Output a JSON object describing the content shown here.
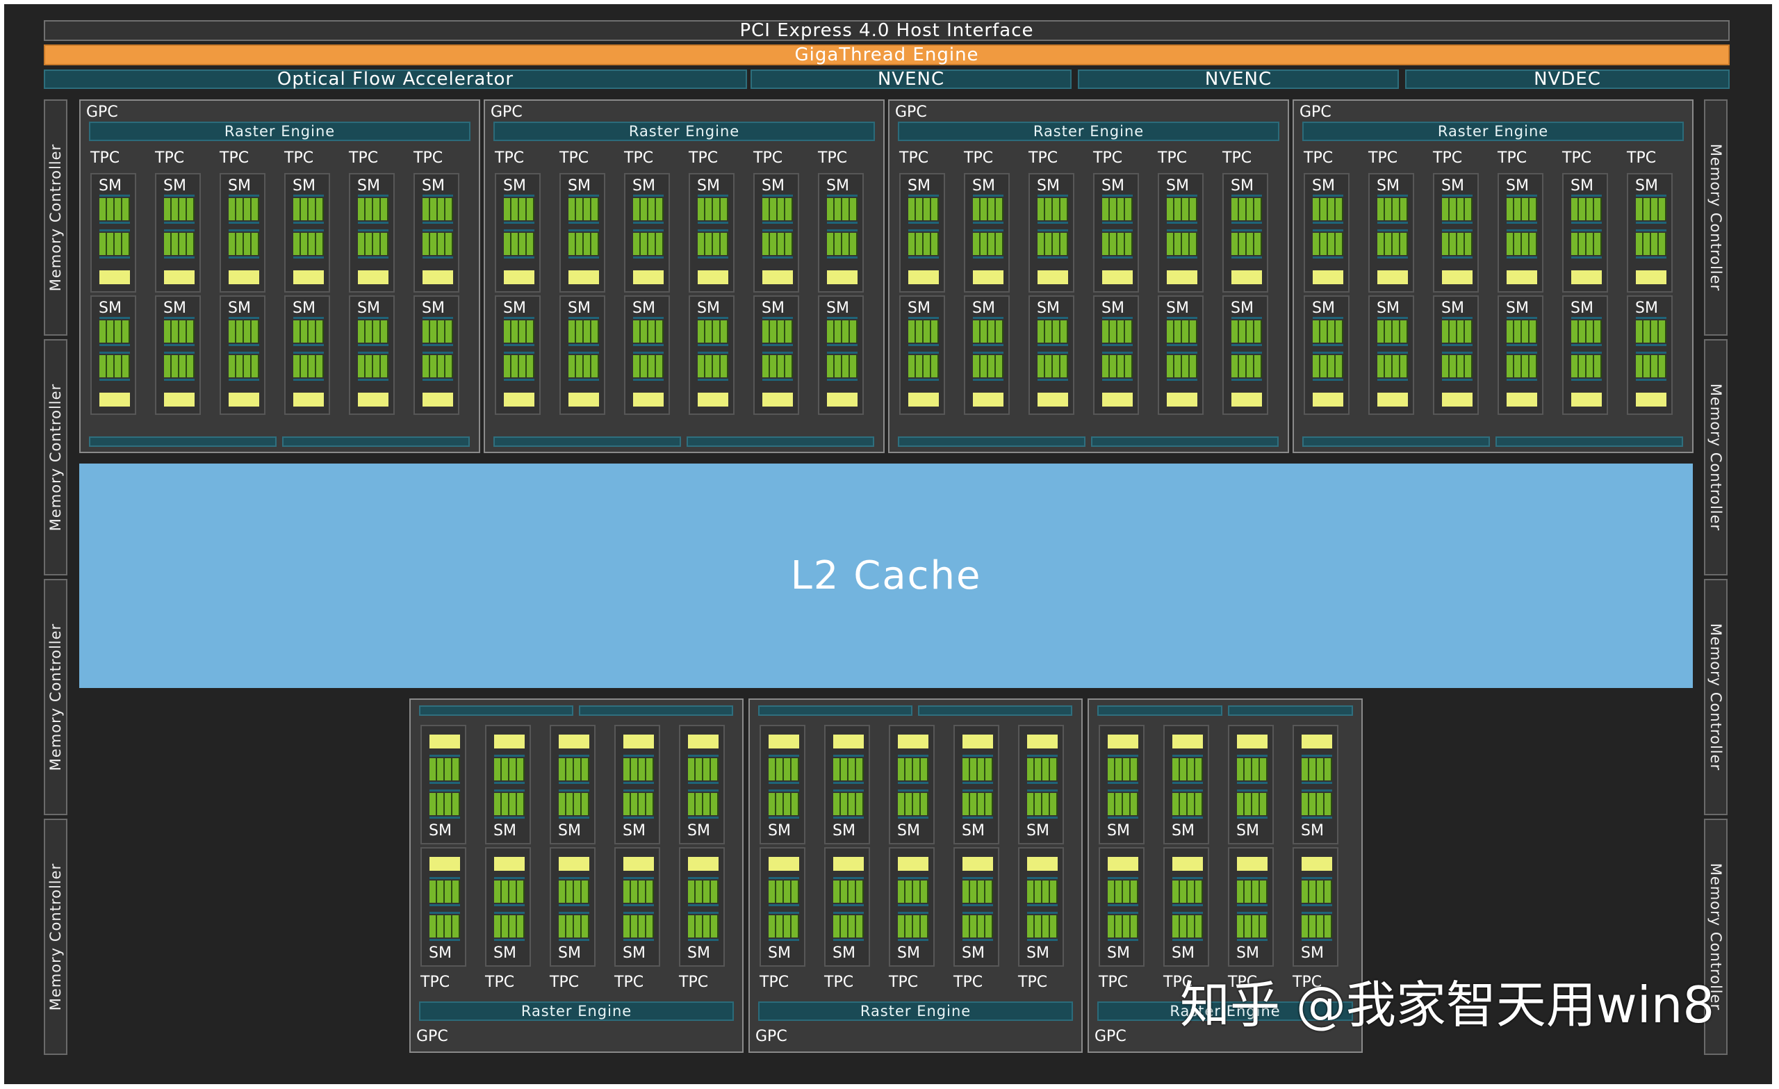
{
  "diagram": {
    "host_interface": "PCI Express 4.0 Host Interface",
    "gigathread": "GigaThread Engine",
    "optical_flow": "Optical Flow Accelerator",
    "encoders": [
      "NVENC",
      "NVENC",
      "NVDEC"
    ],
    "memory_controller": "Memory Controller",
    "l2_cache": "L2 Cache",
    "gpc_label": "GPC",
    "raster_engine": "Raster Engine",
    "tpc_label": "TPC",
    "sm_label": "SM",
    "top_gpc_count": 4,
    "top_gpc_tpcs": 6,
    "bottom_gpc_tpcs": [
      5,
      5,
      4
    ],
    "watermark": "知乎 @我家智天用win8"
  },
  "colors": {
    "background": "#232323",
    "gigathread": "#f09a40",
    "l2_cache": "#73b4de",
    "cuda_core": "#76b82a",
    "texture_unit": "#ecf07a",
    "raster_engine": "#1a4a55"
  }
}
